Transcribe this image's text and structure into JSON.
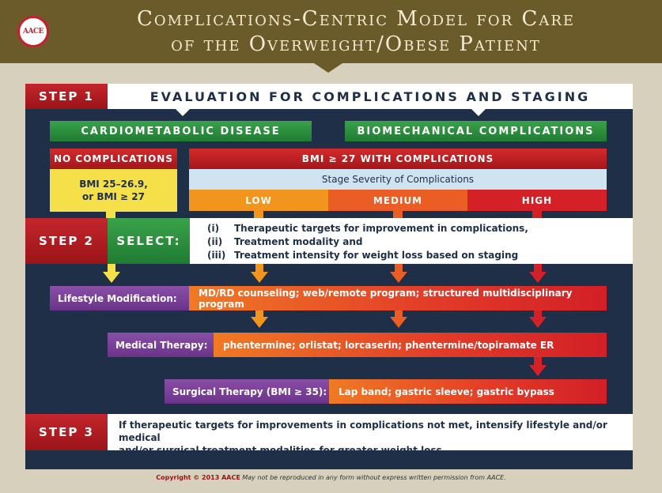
{
  "header": {
    "title_line1": "Complications-Centric Model for Care",
    "title_line2": "of the Overweight/Obese Patient",
    "logo_text": "AACE"
  },
  "step1": {
    "label": "STEP 1",
    "heading": "EVALUATION FOR COMPLICATIONS AND STAGING",
    "cardiometabolic": "CARDIOMETABOLIC DISEASE",
    "biomechanical": "BIOMECHANICAL COMPLICATIONS",
    "no_complications": "NO COMPLICATIONS",
    "bmi_range_line1": "BMI 25–26.9,",
    "bmi_range_line2": "or BMI ≥ 27",
    "bmi_with_complications": "BMI ≥ 27 WITH COMPLICATIONS",
    "stage_severity": "Stage Severity of Complications",
    "severity": [
      "LOW",
      "MEDIUM",
      "HIGH"
    ]
  },
  "step2": {
    "label": "STEP 2",
    "select": "SELECT:",
    "items": [
      {
        "num": "(i)",
        "text": "Therapeutic targets for improvement in complications,"
      },
      {
        "num": "(ii)",
        "text": "Treatment modality and"
      },
      {
        "num": "(iii)",
        "text": "Treatment intensity for weight loss based on staging"
      }
    ]
  },
  "treatments": {
    "lifestyle_label": "Lifestyle Modification:",
    "lifestyle_text": "MD/RD counseling; web/remote program; structured multidisciplinary program",
    "medical_label": "Medical Therapy:",
    "medical_text": "phentermine; orlistat; lorcaserin; phentermine/topiramate ER",
    "surgical_label": "Surgical Therapy (BMI ≥ 35):",
    "surgical_text": "Lap band; gastric sleeve; gastric bypass"
  },
  "step3": {
    "label": "STEP 3",
    "text_line1": "If therapeutic targets for improvements in complications not met, intensify lifestyle and/or medical",
    "text_line2": "and/or surgical treatment modalities for greater weight loss"
  },
  "footer": {
    "copyright": "Copyright © 2013 AACE",
    "notice": "May not be reproduced in any form without express written permission from AACE."
  },
  "colors": {
    "header": "#6b5a2a",
    "panel": "#1e2f47",
    "red": "#c3262c",
    "green": "#2e8f3e",
    "yellow": "#f6e04a",
    "purple": "#7a3f98",
    "orange": "#f0901e"
  }
}
